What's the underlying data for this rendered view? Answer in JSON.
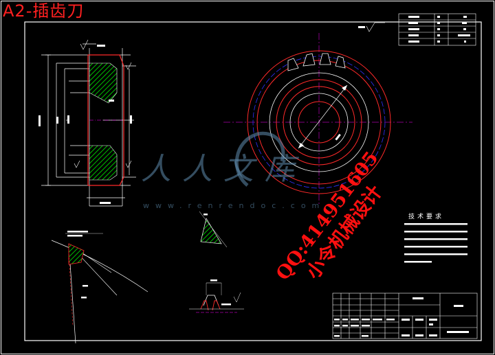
{
  "sheet": {
    "title": "A2-插齿刀",
    "qq": "QQ:414951605",
    "designer": "小令机械设计"
  },
  "watermark": {
    "brand": "人人文库",
    "url": "www.renrendoc.com"
  },
  "technical_requirements": {
    "title": "技术要求"
  },
  "colors": {
    "background": "#000000",
    "outline_red": "#ff2a2a",
    "drawing_white": "#ffffff",
    "section_green": "#00c000",
    "pitch_blue": "#3030ff",
    "aux_magenta": "#ff00ff",
    "watermark": "#5f8caf"
  }
}
